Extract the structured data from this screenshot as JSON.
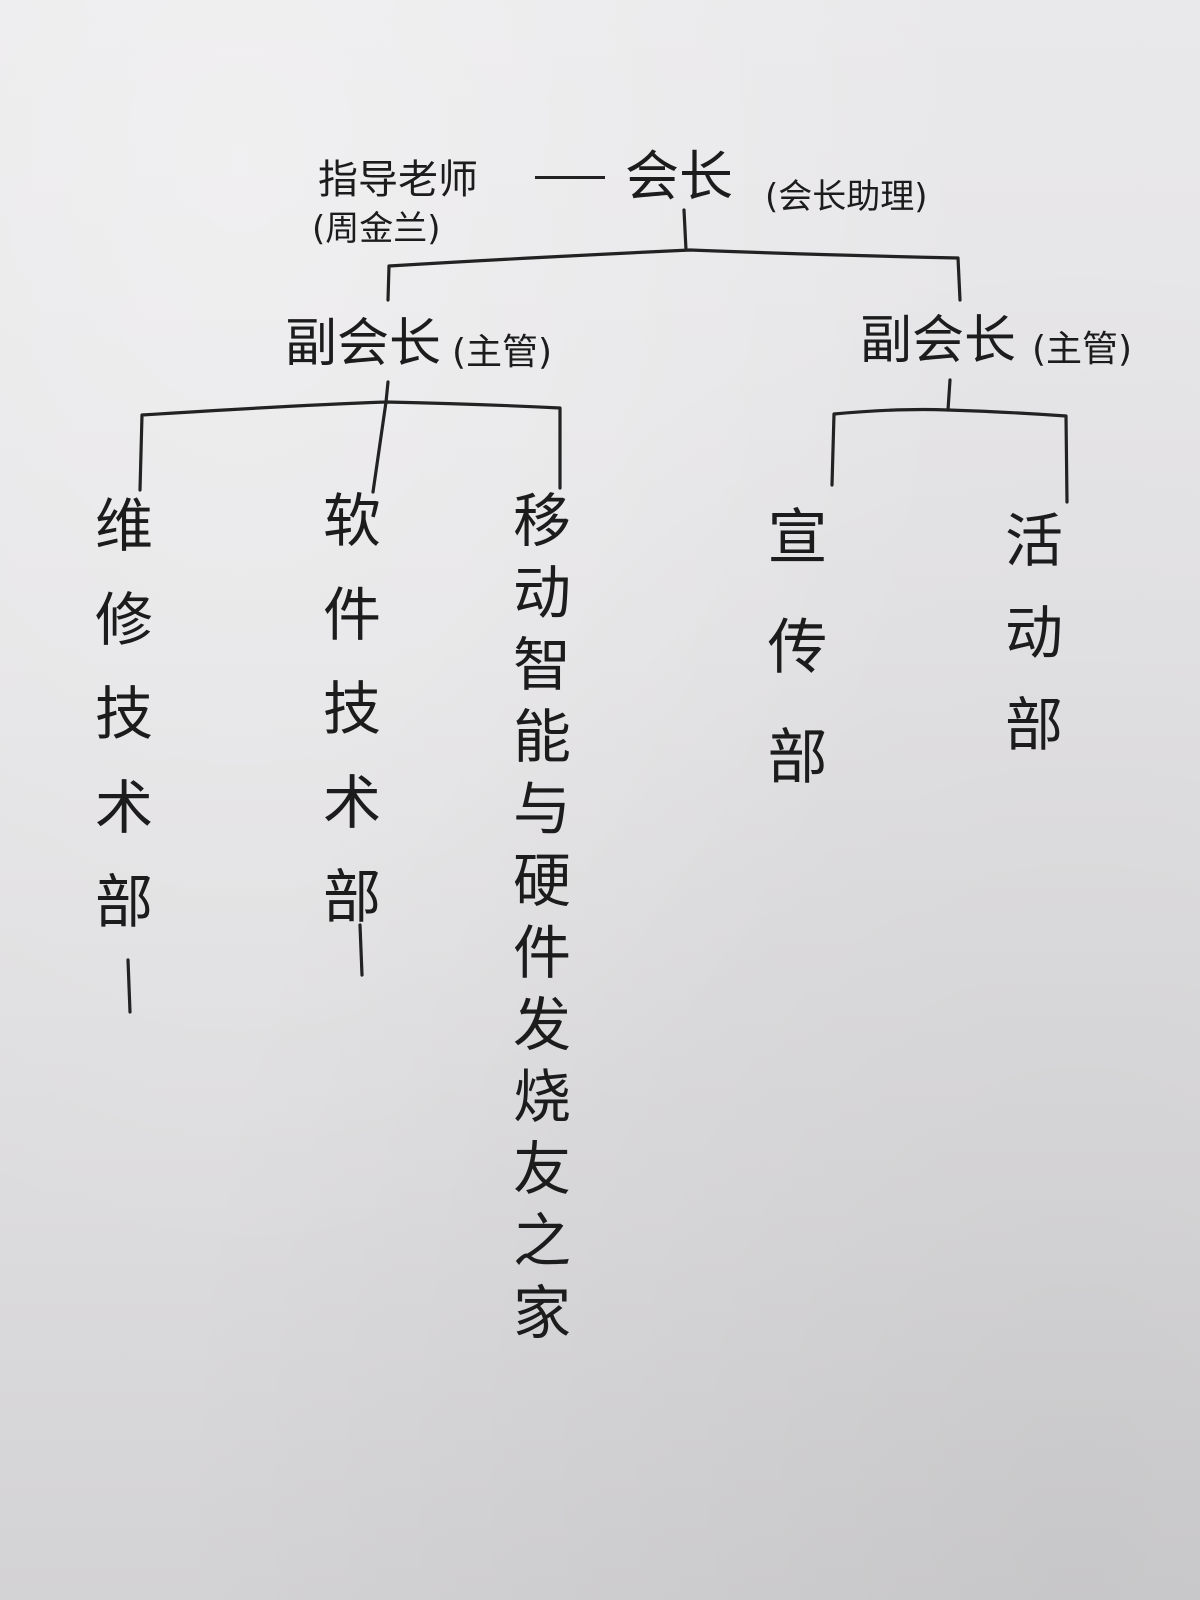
{
  "chart": {
    "president": "会长",
    "president_assistant": "(会长助理)",
    "advisor": {
      "title": "指导老师",
      "name": "(周金兰)"
    },
    "vice_presidents": [
      {
        "title": "副会长",
        "note": "(主管)",
        "departments": [
          {
            "name": "维修技术部"
          },
          {
            "name": "软件技术部"
          },
          {
            "name": "移动智能与硬件发烧友之家"
          }
        ]
      },
      {
        "title": "副会长",
        "note": "(主管)",
        "departments": [
          {
            "name": "宣传部"
          },
          {
            "name": "活动部"
          }
        ]
      }
    ]
  }
}
